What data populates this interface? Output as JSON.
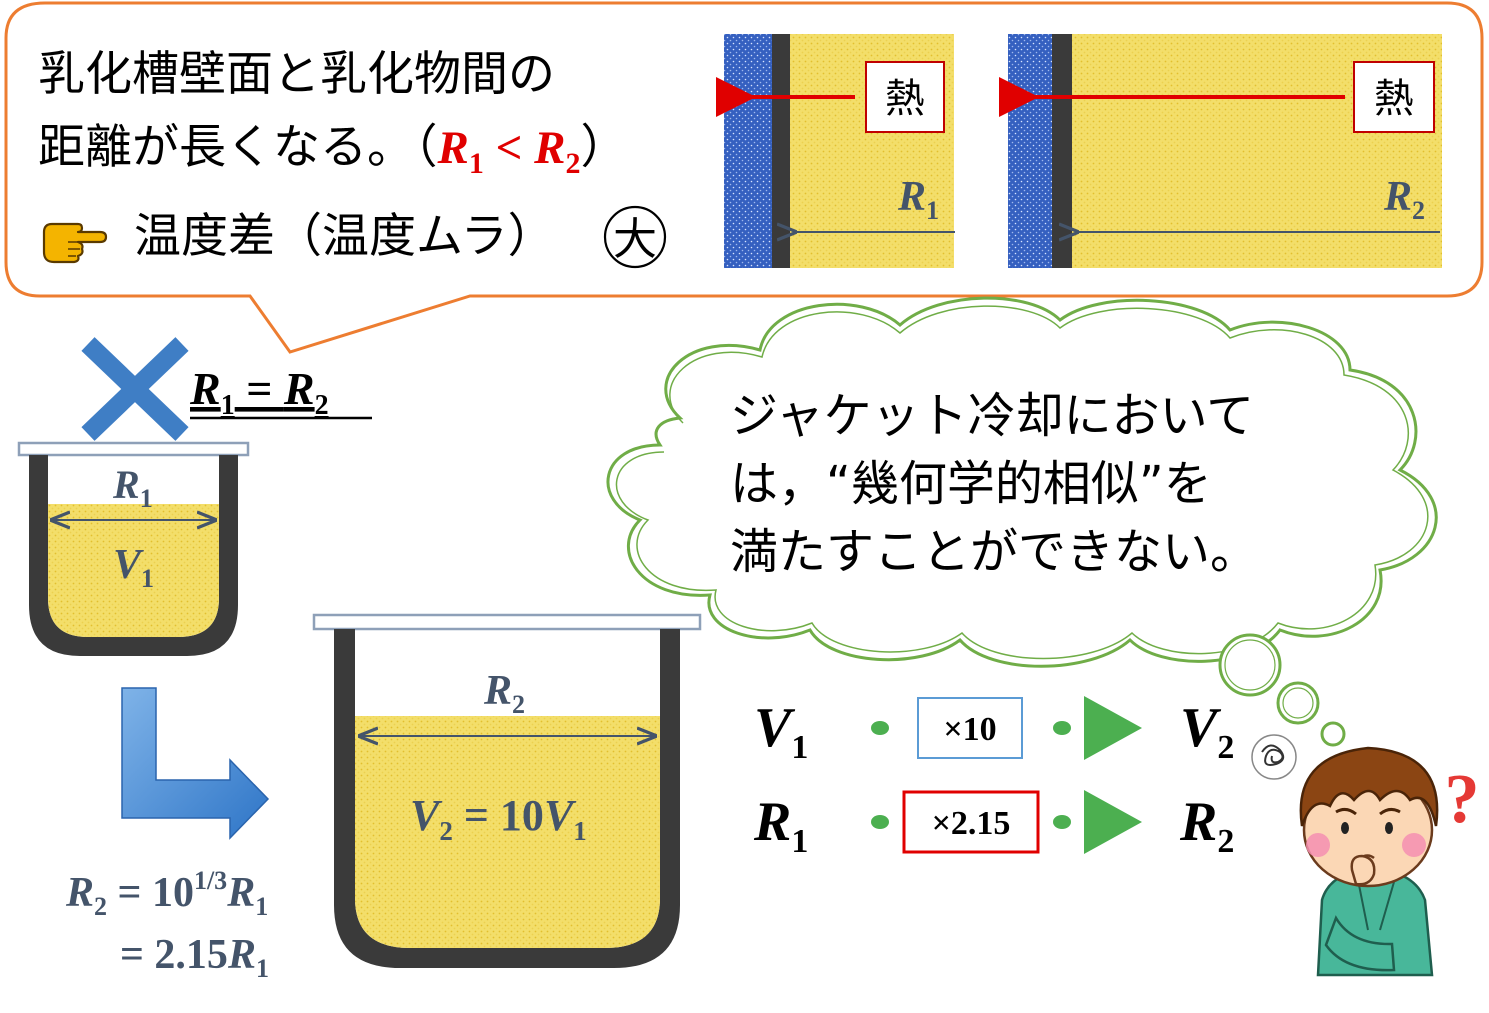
{
  "speech_bubble": {
    "line1": "乳化槽壁面と乳化物間の",
    "line2": "距離が長くなる。（",
    "ineq_r1": "R",
    "ineq_r1_sub": "1",
    "ineq_op": " < ",
    "ineq_r2": "R",
    "ineq_r2_sub": "2",
    "line2_close": "）",
    "result_text": "温度差（温度ムラ）",
    "result_badge": "大",
    "pointer_icon": "pointing-hand-icon"
  },
  "wall_panels": [
    {
      "heat_label": "熱",
      "distance_label": "R",
      "distance_sub": "1"
    },
    {
      "heat_label": "熱",
      "distance_label": "R",
      "distance_sub": "2"
    }
  ],
  "equality_claim": {
    "cross_icon": "cross-mark-icon",
    "left": "R",
    "left_sub": "1",
    "op": " = ",
    "right": "R",
    "right_sub": "2"
  },
  "small_vessel": {
    "radius_label": "R",
    "radius_sub": "1",
    "volume_label": "V",
    "volume_sub": "1"
  },
  "large_vessel": {
    "radius_label": "R",
    "radius_sub": "2",
    "volume_label": "V",
    "volume_sub": "2",
    "volume_eq": " = 10",
    "volume_rhs": "V",
    "volume_rhs_sub": "1"
  },
  "scale_arrow_icon": "elbow-arrow-icon",
  "formula": {
    "line1_lhs": "R",
    "line1_lhs_sub": "2",
    "line1_eq": " = 10",
    "line1_exp": "1/3",
    "line1_rhs": "R",
    "line1_rhs_sub": "1",
    "line2_eq": "= 2.15",
    "line2_rhs": "R",
    "line2_rhs_sub": "1"
  },
  "thought_cloud": {
    "line1": "ジャケット冷却において",
    "line2": "は，“幾何学的相似”を",
    "line3": "満たすことができない。"
  },
  "scaling_rows": [
    {
      "from": "V",
      "from_sub": "1",
      "factor": "×10",
      "to": "V",
      "to_sub": "2",
      "box_color": "#5b9bd5"
    },
    {
      "from": "R",
      "from_sub": "1",
      "factor": "×2.15",
      "to": "R",
      "to_sub": "2",
      "box_color": "#e00000"
    }
  ],
  "character": {
    "icon": "confused-boy-icon",
    "question_mark": "?"
  },
  "colors": {
    "bubble_border": "#ed7d31",
    "cloud_border": "#70ad47",
    "heat_arrow": "#e00000",
    "slate_text": "#44546a",
    "fill_yellow": "#f2dc5d",
    "water_blue": "#3a66c4",
    "vessel_wall": "#3a3a3a",
    "green_arrow": "#4caf50"
  }
}
